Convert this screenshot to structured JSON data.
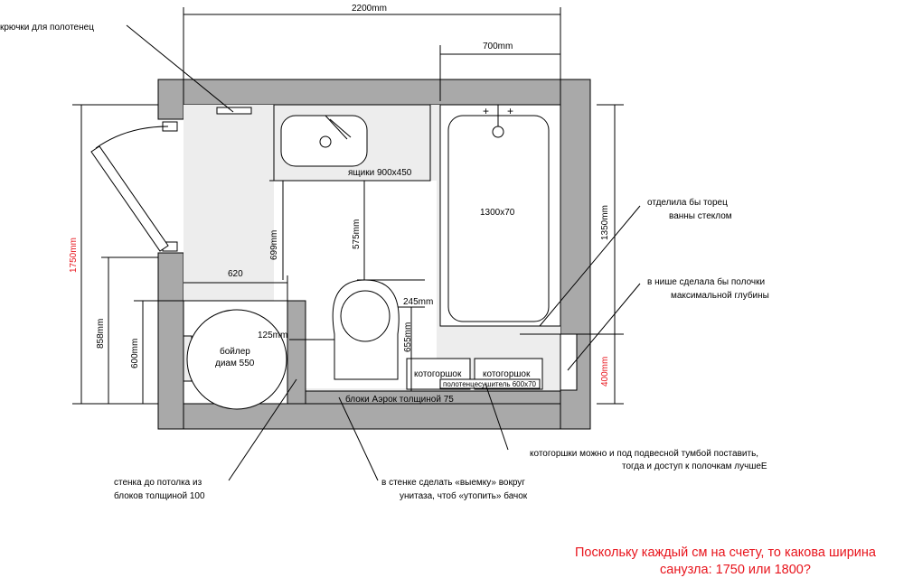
{
  "labels": {
    "hooks": "крючки для полотенец",
    "drawers": "ящики 900х450",
    "bath": "1300х70",
    "boiler_line1": "бойлер",
    "boiler_line2": "диам 550",
    "potty1": "котогоршок",
    "potty2": "котогоршок",
    "towel_dryer": "полотенцесушитель 600х70",
    "blocks": "блоки Аэрок толщиной 75",
    "glass_line1": "отделила бы торец",
    "glass_line2": "ванны стеклом",
    "niche_line1": "в нише сделала бы полочки",
    "niche_line2": "максимальной глубины",
    "wall_line1": "стенка до потолка из",
    "wall_line2": "блоков толщиной 100",
    "recess_line1": "в стенке сделать «выемку» вокруг",
    "recess_line2": "унитаза, чтоб «утопить» бачок",
    "potty_note_line1": "котогоршки можно и под подвесной тумбой поставить,",
    "potty_note_line2": "тогда и доступ к полочкам лучшеЕ"
  },
  "dimensions": {
    "total_width": "2200mm",
    "bath_width": "700mm",
    "total_height": "1750mm",
    "left_858": "858mm",
    "left_600": "600mm",
    "boiler_620": "620",
    "sink_699": "699mm",
    "sink_575": "575mm",
    "toilet_245": "245mm",
    "toilet_655": "655mm",
    "boiler_125": "125mm",
    "bath_1350": "1350mm",
    "niche_400": "400mm"
  },
  "question": {
    "line1": "Поскольку каждый см на счету, то какова ширина",
    "line2": "санузла: 1750 или 1800?"
  },
  "colors": {
    "wall": "#a9a9a9",
    "floor": "#ededed",
    "accent_red": "#e8141c"
  }
}
